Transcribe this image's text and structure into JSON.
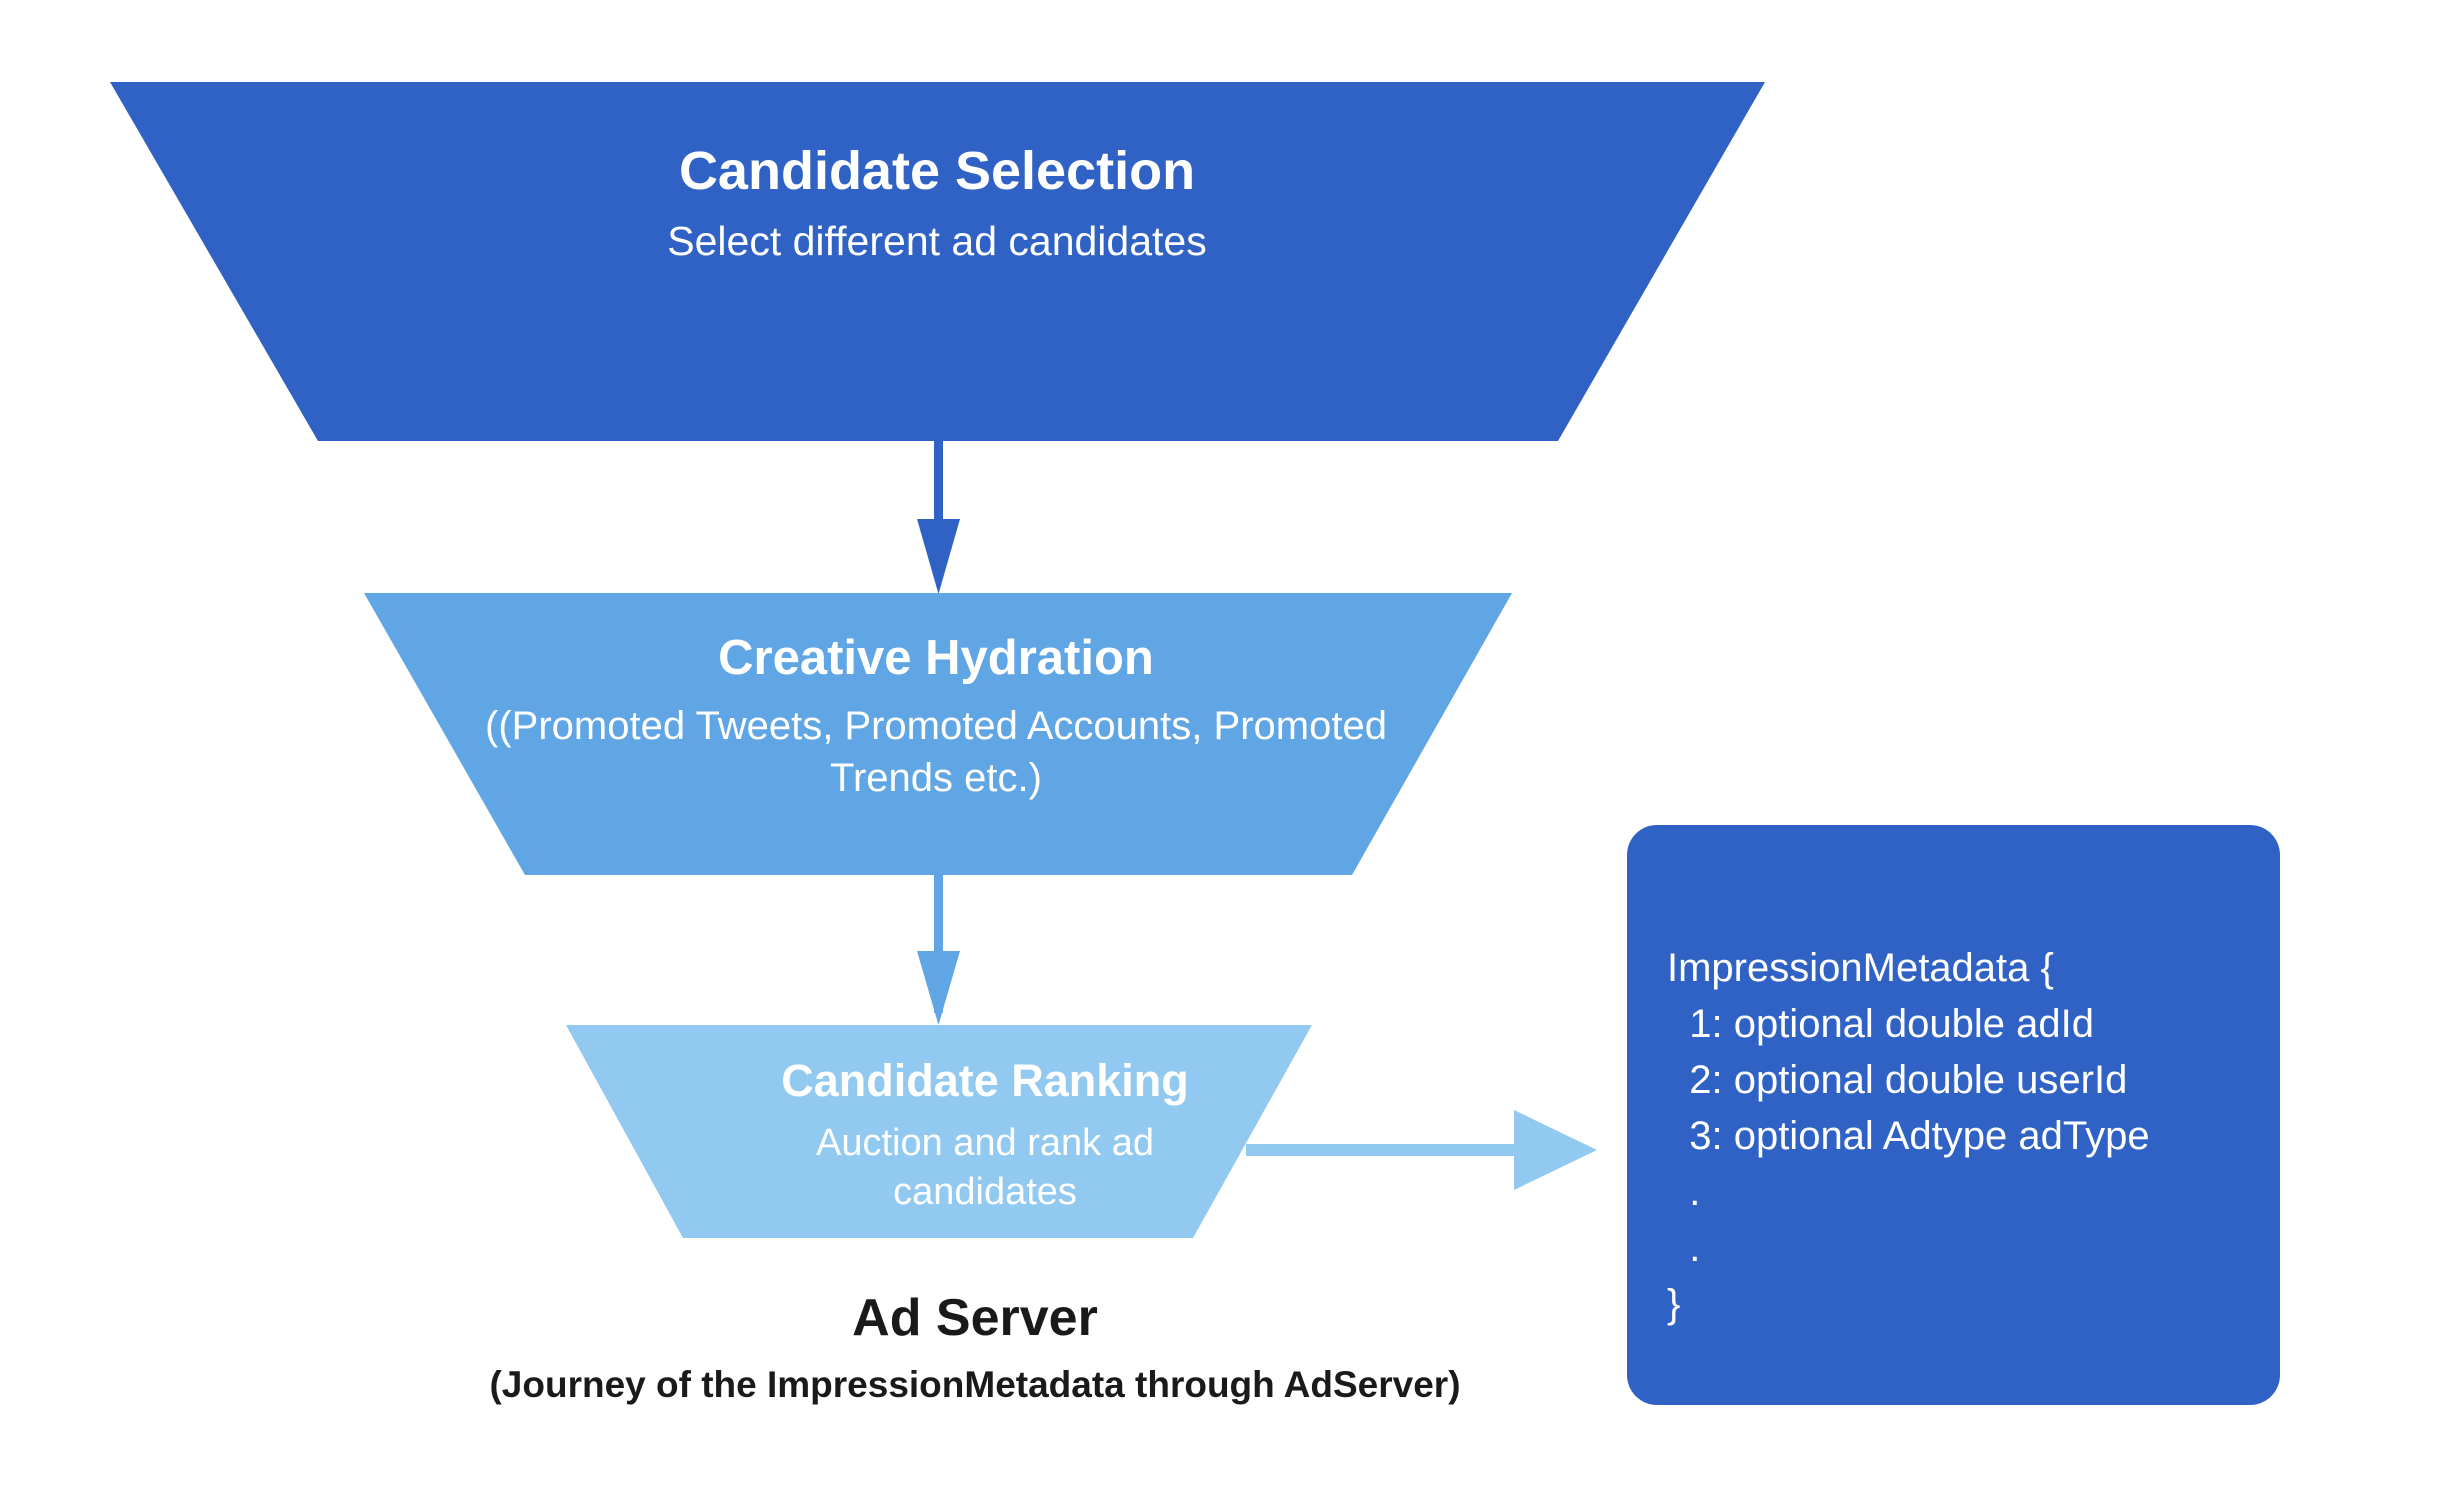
{
  "diagram": {
    "title": "Ad Server",
    "subtitle": "(Journey of the ImpressionMetadata through AdServer)",
    "colors": {
      "stage1_fill": "#2f62c4",
      "stage2_fill": "#60a5e4",
      "stage3_fill": "#92c9f0",
      "arrow1": "#2f62c4",
      "arrow2": "#60a5e4",
      "arrow3": "#92c9f0",
      "card_fill": "#2f62c4",
      "background": "#ffffff",
      "stage_text": "#ffffff",
      "caption_text": "#1a1a1a"
    },
    "stages": [
      {
        "id": "candidate-selection",
        "title": "Candidate Selection",
        "subtitle_lines": [
          "Select different ad candidates"
        ]
      },
      {
        "id": "creative-hydration",
        "title": "Creative Hydration",
        "subtitle_lines": [
          "((Promoted Tweets, Promoted Accounts,",
          "Promoted Trends etc.)"
        ]
      },
      {
        "id": "candidate-ranking",
        "title": "Candidate Ranking",
        "subtitle_lines": [
          "Auction and rank ad",
          "candidates"
        ]
      }
    ],
    "code_card": {
      "lines": [
        "ImpressionMetadata {",
        "  1: optional double adId",
        "  2: optional double userId",
        "  3: optional Adtype adType",
        "  .",
        "  .",
        "}"
      ]
    }
  }
}
